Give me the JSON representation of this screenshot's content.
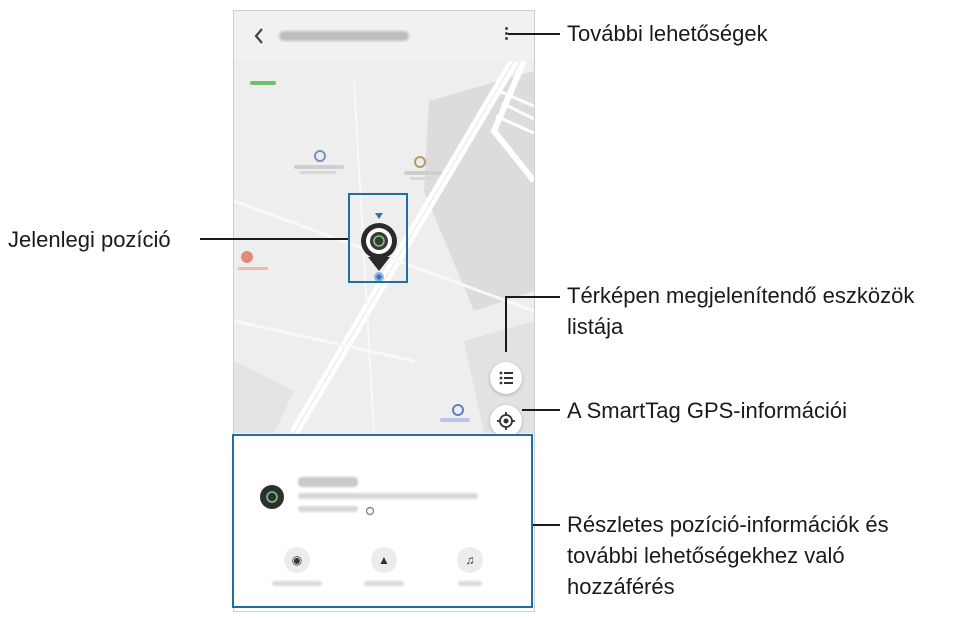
{
  "callouts": {
    "more_options": "További lehetőségek",
    "current_position": "Jelenlegi pozíció",
    "device_list_line1": "Térképen megjelenítendő eszközök",
    "device_list_line2": "listája",
    "gps_info": "A SmartTag GPS-információi",
    "details_line1": "Részletes pozíció-információk és",
    "details_line2": "további lehetőségekhez való",
    "details_line3": "hozzáférés"
  },
  "app": {
    "back_icon": "chevron-left-icon",
    "more_icon": "more-vertical-icon",
    "list_icon": "list-icon",
    "gps_icon": "locate-icon",
    "actions": [
      {
        "icon": "ring-icon"
      },
      {
        "icon": "navigate-icon"
      },
      {
        "icon": "sound-icon"
      }
    ]
  },
  "colors": {
    "callout_frame": "#1f6fa3",
    "map_background": "#eeeeee",
    "map_road": "#ffffff",
    "map_block": "#dcdcdc",
    "tag_marker": "#2a2a2a",
    "tag_accent": "#3a8d3a"
  }
}
